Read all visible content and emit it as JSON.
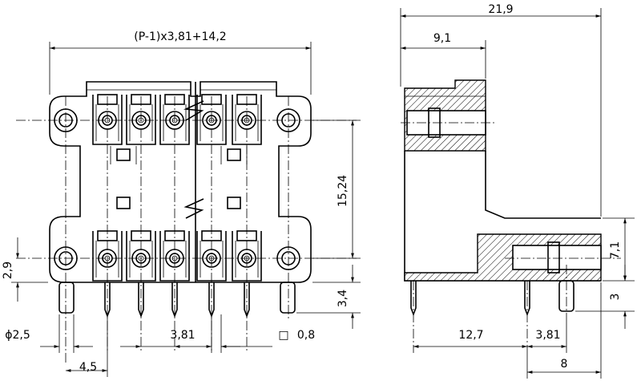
{
  "front_view": {
    "width_formula": "(P-1)x3,81+14,2",
    "row_pitch": "15,24",
    "pin_row_offset": "2,9",
    "pin_length": "3,4",
    "hole_diameter": "ϕ2,5",
    "pin_pitch": "3,81",
    "hole_to_pin": "4,5",
    "pin_square_symbol": "□",
    "pin_square_size": "0,8"
  },
  "side_view": {
    "total_depth": "21,9",
    "upper_depth": "9,1",
    "lower_height": "7,1",
    "pin_length": "3",
    "pin_span": "12,7",
    "pin_pitch": "3,81",
    "rear_offset": "8"
  }
}
